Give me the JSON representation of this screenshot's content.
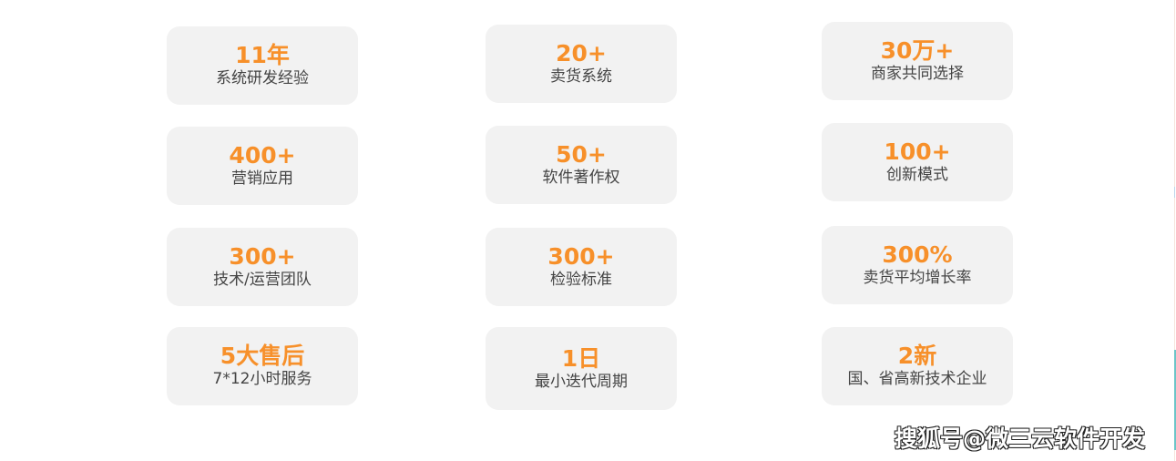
{
  "cards": [
    {
      "value": "11年",
      "label": "系统研发经验"
    },
    {
      "value": "20+",
      "label": "卖货系统"
    },
    {
      "value": "30万+",
      "label": "商家共同选择"
    },
    {
      "value": "400+",
      "label": "营销应用"
    },
    {
      "value": "50+",
      "label": "软件著作权"
    },
    {
      "value": "100+",
      "label": "创新模式"
    },
    {
      "value": "300+",
      "label": "技术/运营团队"
    },
    {
      "value": "300+",
      "label": "检验标准"
    },
    {
      "value": "300%",
      "label": "卖货平均增长率"
    },
    {
      "value": "5大售后",
      "label": "7*12小时服务"
    },
    {
      "value": "1日",
      "label": "最小迭代周期"
    },
    {
      "value": "2新",
      "label": "国、省高新技术企业"
    }
  ],
  "watermark": "搜狐号@微三云软件开发",
  "colors": {
    "accent": "#f7902a",
    "card_bg": "#f2f2f2",
    "label": "#444444"
  }
}
